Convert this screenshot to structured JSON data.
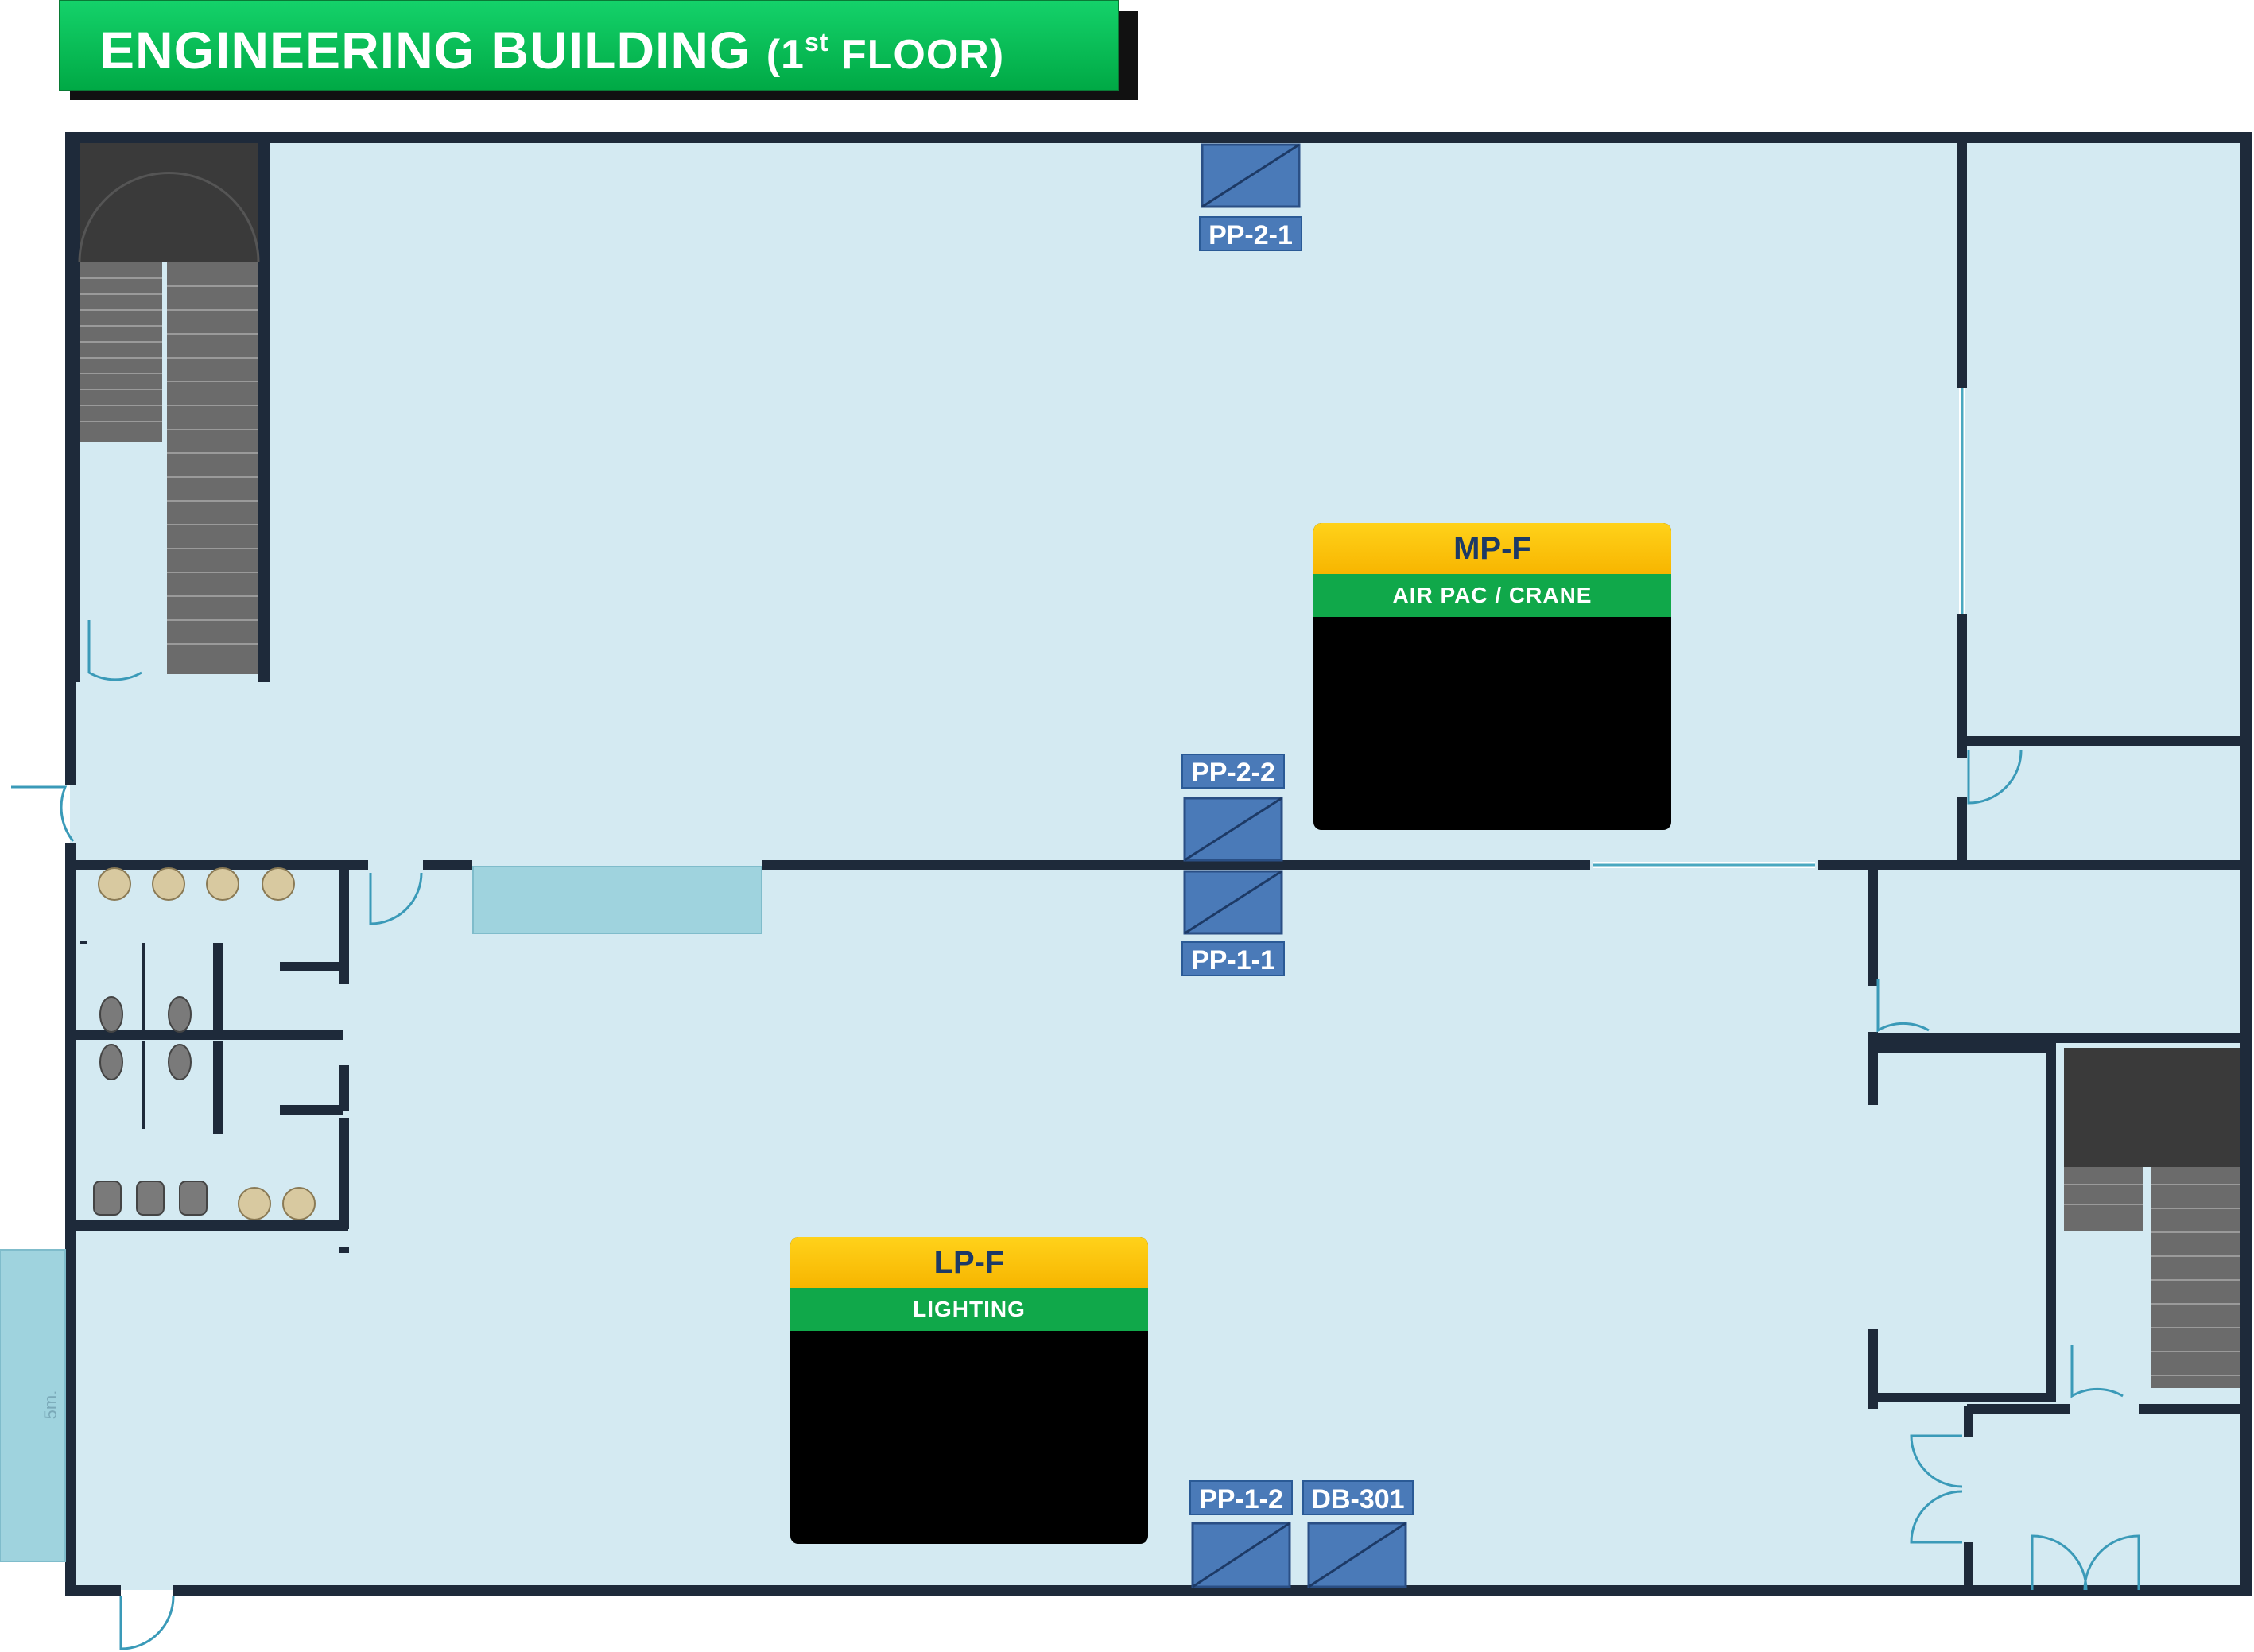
{
  "title": {
    "main": "ENGINEERING BUILDING",
    "paren_open": "(1",
    "suffix": "st",
    "paren_close": " FLOOR)"
  },
  "panels": [
    {
      "id": "MP-F",
      "desc": "AIR PAC / CRANE"
    },
    {
      "id": "LP-F",
      "desc": "LIGHTING"
    }
  ],
  "tags": [
    "PP-2-1",
    "PP-2-2",
    "PP-1-1",
    "PP-1-2",
    "DB-301"
  ],
  "dimension_label": "5m.",
  "colors": {
    "floor": "#d4eaf2",
    "wall": "#1e2a3a",
    "window": "#9fd3de",
    "panel_tag": "#4a7ab8",
    "title_green": "#00b050",
    "panel_header": "#ffc000",
    "panel_desc": "#10a84a"
  }
}
